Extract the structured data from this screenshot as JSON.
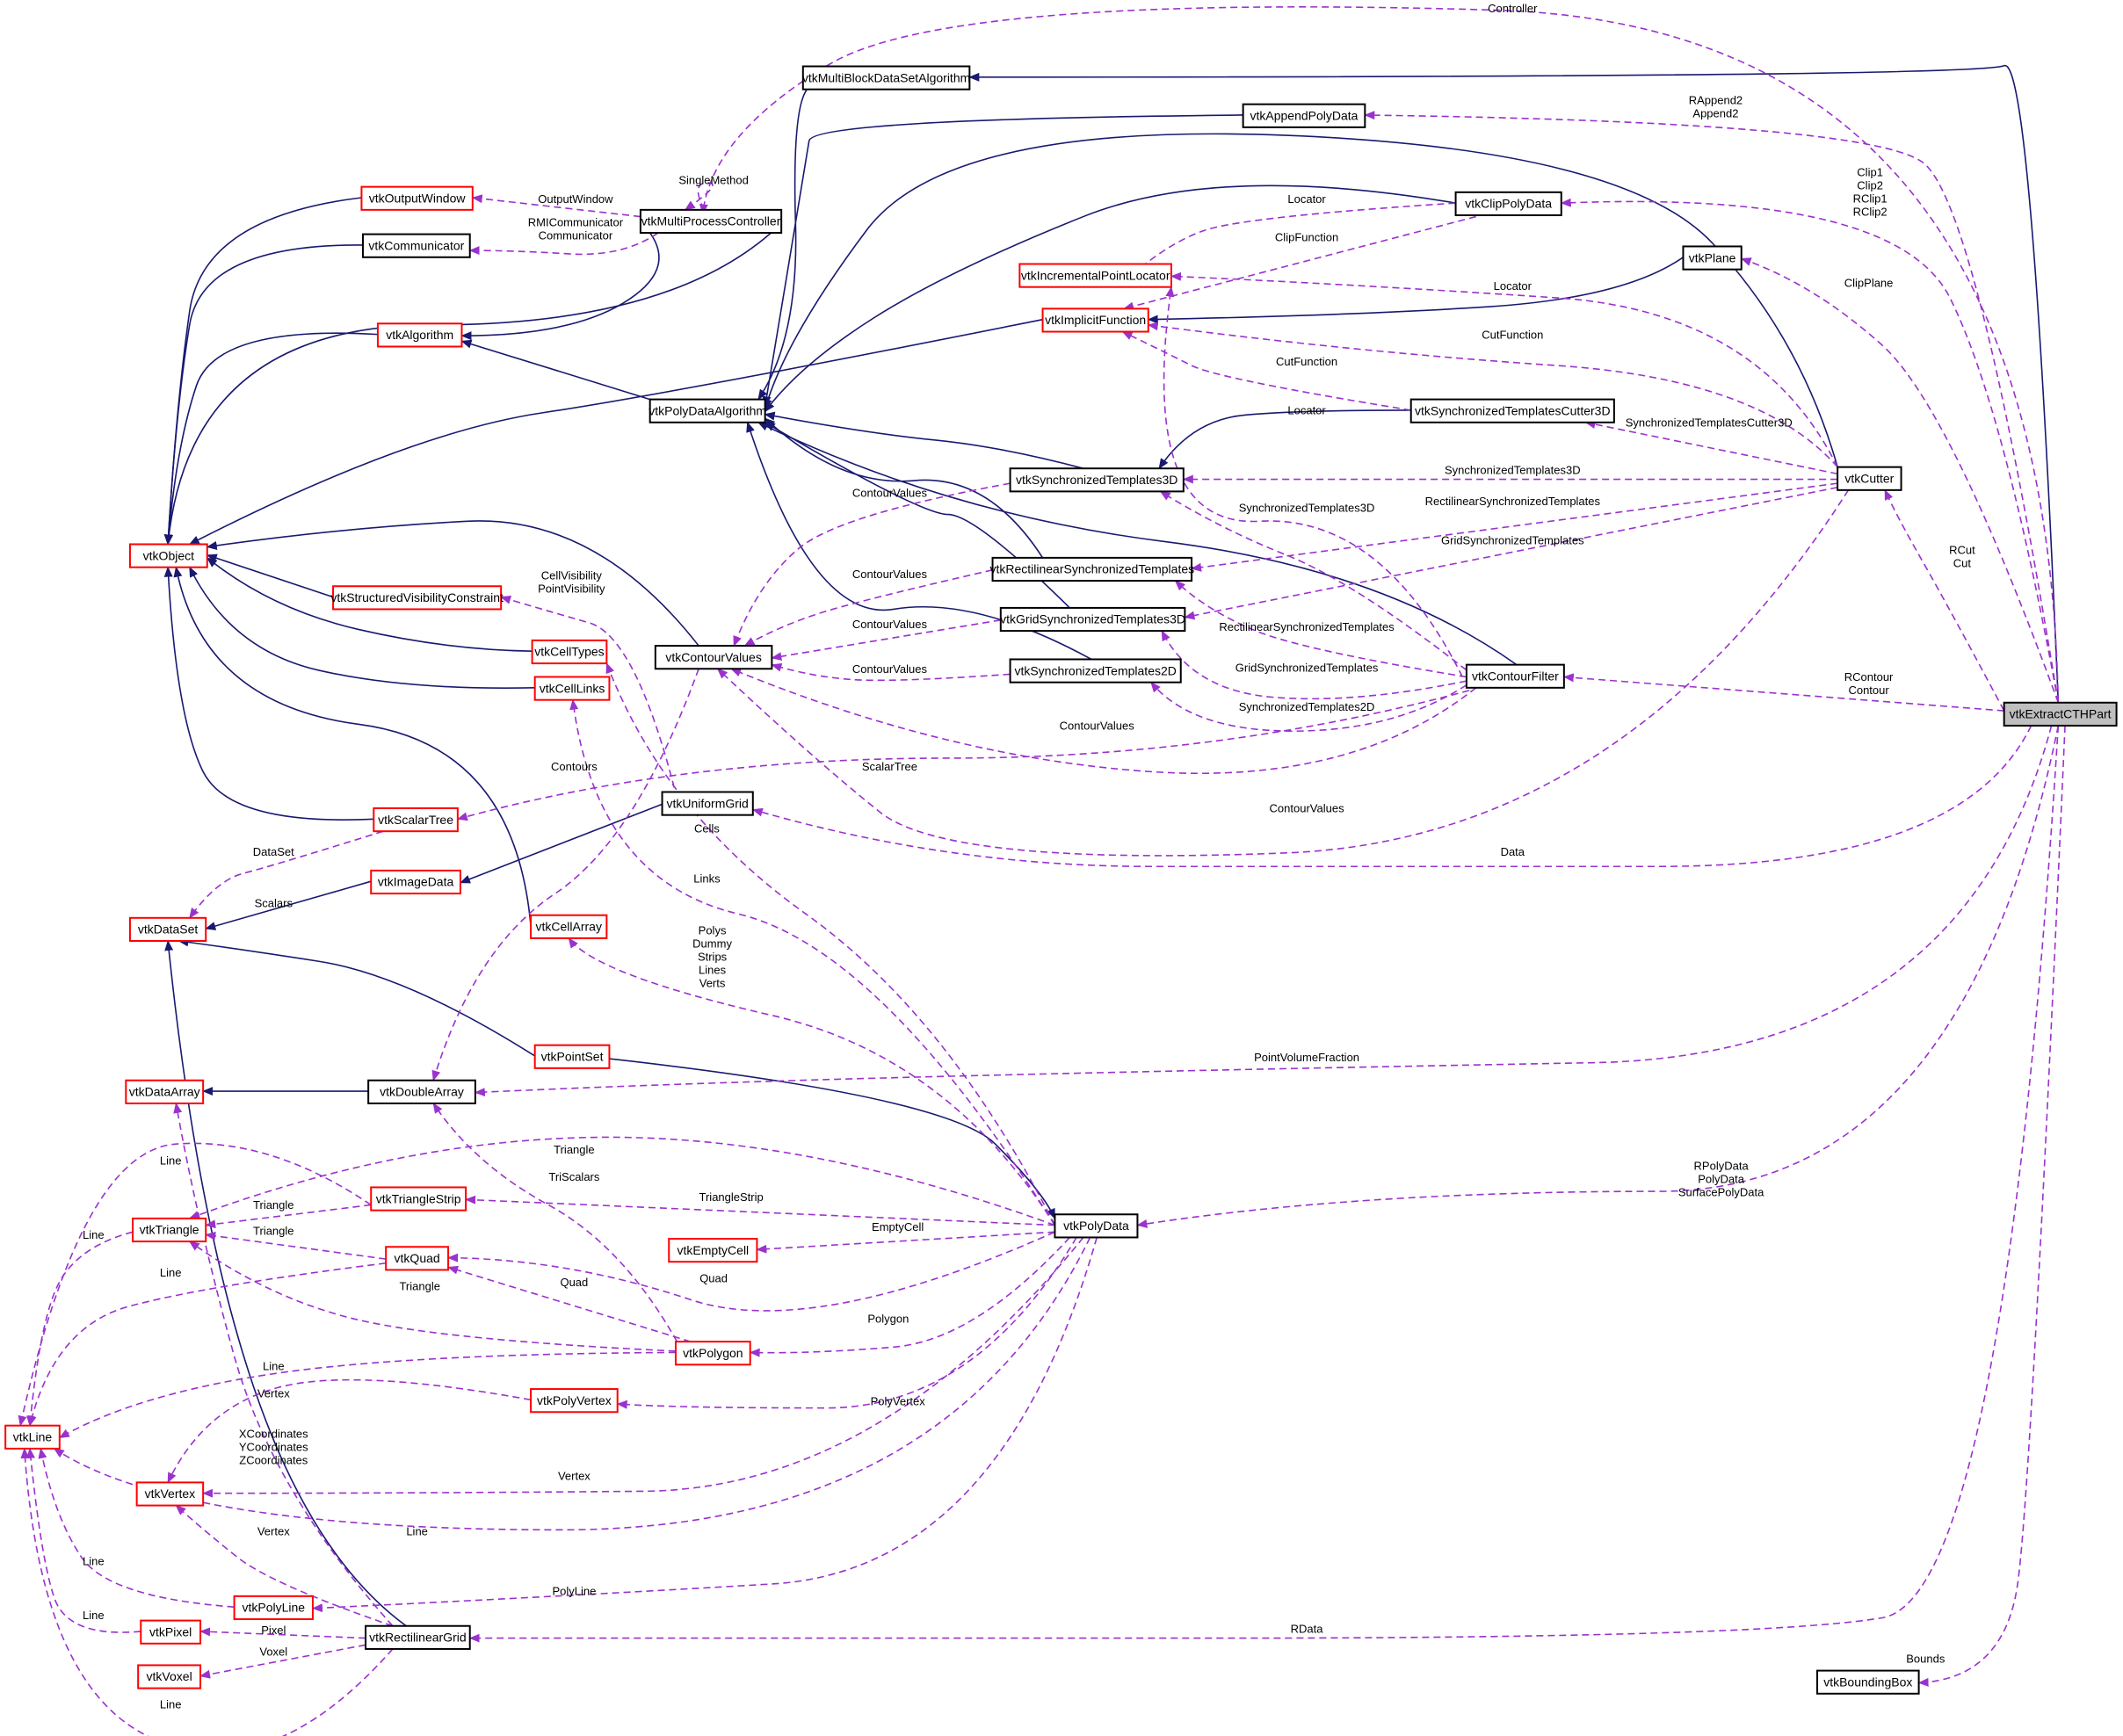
{
  "diagram": {
    "title": "Collaboration diagram for vtkExtractCTHPart",
    "colors": {
      "inherit_edge": "#191970",
      "usage_edge": "#9a32cd",
      "documented_border": "#000000",
      "undocumented_border": "#ff0000",
      "focus_fill": "#bfbfbf"
    },
    "nodes": [
      {
        "id": "vtkExtractCTHPart",
        "label": "vtkExtractCTHPart",
        "style": "focus"
      },
      {
        "id": "vtkMultiBlockDataSetAlgorithm",
        "label": "vtkMultiBlockDataSetAlgorithm",
        "style": "black"
      },
      {
        "id": "vtkAppendPolyData",
        "label": "vtkAppendPolyData",
        "style": "black"
      },
      {
        "id": "vtkMultiProcessController",
        "label": "vtkMultiProcessController",
        "style": "black"
      },
      {
        "id": "vtkOutputWindow",
        "label": "vtkOutputWindow",
        "style": "red"
      },
      {
        "id": "vtkCommunicator",
        "label": "vtkCommunicator",
        "style": "black"
      },
      {
        "id": "vtkAlgorithm",
        "label": "vtkAlgorithm",
        "style": "red"
      },
      {
        "id": "vtkClipPolyData",
        "label": "vtkClipPolyData",
        "style": "black"
      },
      {
        "id": "vtkIncrementalPointLocator",
        "label": "vtkIncrementalPointLocator",
        "style": "red"
      },
      {
        "id": "vtkPlane",
        "label": "vtkPlane",
        "style": "black"
      },
      {
        "id": "vtkImplicitFunction",
        "label": "vtkImplicitFunction",
        "style": "red"
      },
      {
        "id": "vtkPolyDataAlgorithm",
        "label": "vtkPolyDataAlgorithm",
        "style": "black"
      },
      {
        "id": "vtkSynchronizedTemplatesCutter3D",
        "label": "vtkSynchronizedTemplatesCutter3D",
        "style": "black"
      },
      {
        "id": "vtkSynchronizedTemplates3D",
        "label": "vtkSynchronizedTemplates3D",
        "style": "black"
      },
      {
        "id": "vtkCutter",
        "label": "vtkCutter",
        "style": "black"
      },
      {
        "id": "vtkObject",
        "label": "vtkObject",
        "style": "red"
      },
      {
        "id": "vtkRectilinearSynchronizedTemplates",
        "label": "vtkRectilinearSynchronizedTemplates",
        "style": "black"
      },
      {
        "id": "vtkStructuredVisibilityConstraint",
        "label": "vtkStructuredVisibilityConstraint",
        "style": "red"
      },
      {
        "id": "vtkGridSynchronizedTemplates3D",
        "label": "vtkGridSynchronizedTemplates3D",
        "style": "black"
      },
      {
        "id": "vtkCellTypes",
        "label": "vtkCellTypes",
        "style": "red"
      },
      {
        "id": "vtkContourValues",
        "label": "vtkContourValues",
        "style": "black"
      },
      {
        "id": "vtkSynchronizedTemplates2D",
        "label": "vtkSynchronizedTemplates2D",
        "style": "black"
      },
      {
        "id": "vtkContourFilter",
        "label": "vtkContourFilter",
        "style": "black"
      },
      {
        "id": "vtkCellLinks",
        "label": "vtkCellLinks",
        "style": "red"
      },
      {
        "id": "vtkScalarTree",
        "label": "vtkScalarTree",
        "style": "red"
      },
      {
        "id": "vtkUniformGrid",
        "label": "vtkUniformGrid",
        "style": "black"
      },
      {
        "id": "vtkImageData",
        "label": "vtkImageData",
        "style": "red"
      },
      {
        "id": "vtkDataSet",
        "label": "vtkDataSet",
        "style": "red"
      },
      {
        "id": "vtkCellArray",
        "label": "vtkCellArray",
        "style": "red"
      },
      {
        "id": "vtkPointSet",
        "label": "vtkPointSet",
        "style": "red"
      },
      {
        "id": "vtkDataArray",
        "label": "vtkDataArray",
        "style": "red"
      },
      {
        "id": "vtkDoubleArray",
        "label": "vtkDoubleArray",
        "style": "black"
      },
      {
        "id": "vtkTriangleStrip",
        "label": "vtkTriangleStrip",
        "style": "red"
      },
      {
        "id": "vtkTriangle",
        "label": "vtkTriangle",
        "style": "red"
      },
      {
        "id": "vtkPolyData",
        "label": "vtkPolyData",
        "style": "black"
      },
      {
        "id": "vtkEmptyCell",
        "label": "vtkEmptyCell",
        "style": "red"
      },
      {
        "id": "vtkQuad",
        "label": "vtkQuad",
        "style": "red"
      },
      {
        "id": "vtkPolygon",
        "label": "vtkPolygon",
        "style": "red"
      },
      {
        "id": "vtkPolyVertex",
        "label": "vtkPolyVertex",
        "style": "red"
      },
      {
        "id": "vtkLine",
        "label": "vtkLine",
        "style": "red"
      },
      {
        "id": "vtkVertex",
        "label": "vtkVertex",
        "style": "red"
      },
      {
        "id": "vtkPolyLine",
        "label": "vtkPolyLine",
        "style": "red"
      },
      {
        "id": "vtkPixel",
        "label": "vtkPixel",
        "style": "red"
      },
      {
        "id": "vtkRectilinearGrid",
        "label": "vtkRectilinearGrid",
        "style": "black"
      },
      {
        "id": "vtkVoxel",
        "label": "vtkVoxel",
        "style": "red"
      },
      {
        "id": "vtkBoundingBox",
        "label": "vtkBoundingBox",
        "style": "black"
      }
    ],
    "edge_labels": [
      "Controller",
      "RAppend2\nAppend2",
      "Clip1\nClip2\nRClip1\nRClip2",
      "SingleMethod",
      "OutputWindow",
      "RMICommunicator\nCommunicator",
      "Locator",
      "ClipFunction",
      "ClipPlane",
      "Locator",
      "CutFunction",
      "CutFunction",
      "Locator",
      "SynchronizedTemplatesCutter3D",
      "SynchronizedTemplates3D",
      "ContourValues",
      "SynchronizedTemplates3D",
      "RectilinearSynchronizedTemplates",
      "RCut\nCut",
      "GridSynchronizedTemplates",
      "CellVisibility\nPointVisibility",
      "ContourValues",
      "ContourValues",
      "RectilinearSynchronizedTemplates",
      "ContourValues",
      "GridSynchronizedTemplates",
      "RContour\nContour",
      "SynchronizedTemplates2D",
      "ContourValues",
      "Contours",
      "ScalarTree",
      "ContourValues",
      "DataSet",
      "Cells",
      "Data",
      "Links",
      "Scalars",
      "Polys\nDummy\nStrips\nLines\nVerts",
      "PointVolumeFraction",
      "Triangle",
      "Line",
      "TriScalars",
      "Triangle",
      "TriangleStrip",
      "Line",
      "Triangle",
      "EmptyCell",
      "Line",
      "Quad",
      "Quad",
      "Triangle",
      "RPolyData\nPolyData\nSurfacePolyData",
      "Polygon",
      "Line",
      "Vertex",
      "PolyVertex",
      "XCoordinates\nYCoordinates\nZCoordinates",
      "Vertex",
      "Vertex",
      "Line",
      "Line",
      "PolyLine",
      "Line",
      "RData",
      "Pixel",
      "Voxel",
      "Bounds",
      "Line"
    ]
  }
}
